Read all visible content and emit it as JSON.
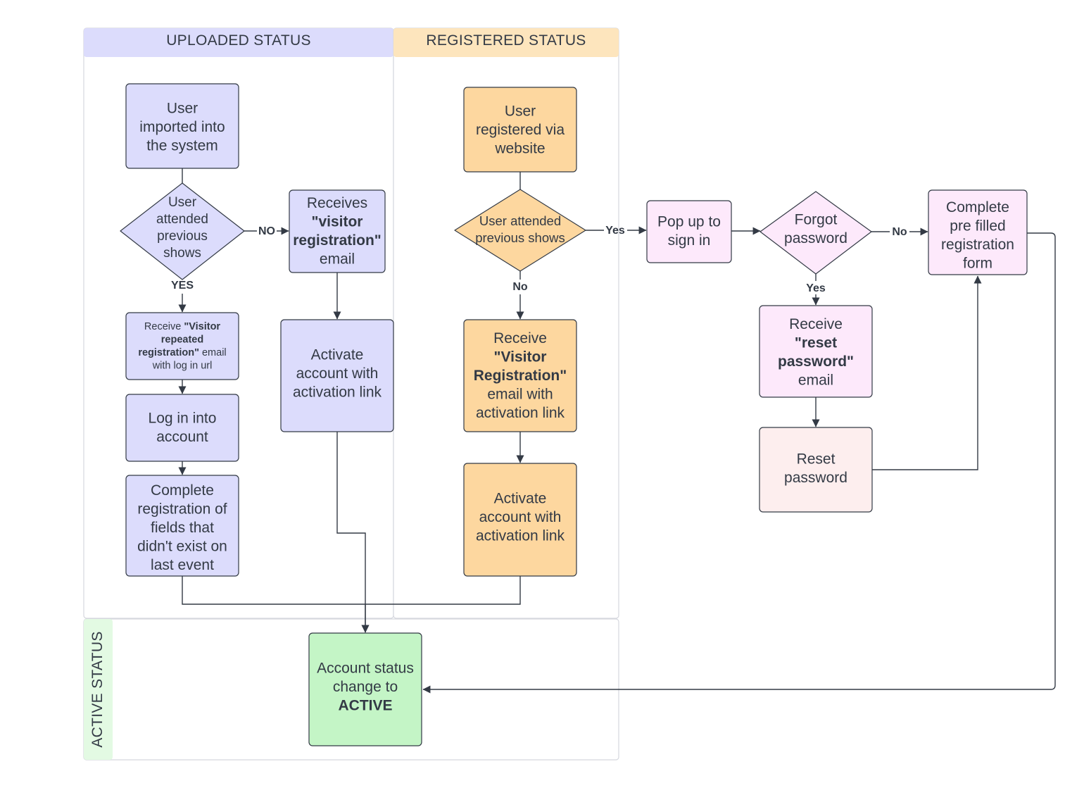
{
  "lanes": {
    "uploaded": "UPLOADED STATUS",
    "registered": "REGISTERED STATUS",
    "active": "ACTIVE STATUS"
  },
  "colors": {
    "uploaded_fill": "#dcdcfc",
    "uploaded_header": "#dcdcfc",
    "registered_fill": "#fdd79f",
    "registered_header": "#fde5bd",
    "pink_fill": "#fde9fb",
    "reset_fill": "#fdeeee",
    "active_fill": "#c4f5c6",
    "active_header": "#e3fae3",
    "stroke": "#333a45"
  },
  "nodes": {
    "user_imported": [
      "User",
      "imported into",
      "the system"
    ],
    "user_attended_1": [
      "User",
      "attended",
      "previous",
      "shows"
    ],
    "receives_visitor_email": [
      [
        {
          "t": "Receives"
        }
      ],
      [
        {
          "t": "\"visitor",
          "b": true
        }
      ],
      [
        {
          "t": "registration\"",
          "b": true
        }
      ],
      [
        {
          "t": "email"
        }
      ]
    ],
    "receive_repeated": [
      [
        {
          "t": "Receive "
        },
        {
          "t": "\"Visitor",
          "b": true
        }
      ],
      [
        {
          "t": "repeated",
          "b": true
        }
      ],
      [
        {
          "t": "registration\"",
          "b": true
        },
        {
          "t": " email"
        }
      ],
      [
        {
          "t": "with log in url"
        }
      ]
    ],
    "log_in": [
      "Log in into",
      "account"
    ],
    "complete_fields": [
      "Complete",
      "registration of",
      "fields that",
      "didn't exist on",
      "last event"
    ],
    "activate_uploaded": [
      "Activate",
      "account with",
      "activation link"
    ],
    "user_registered": [
      "User",
      "registered via",
      "website"
    ],
    "user_attended_2": [
      "User attended",
      "previous shows"
    ],
    "receive_visitor_registration": [
      [
        {
          "t": "Receive"
        }
      ],
      [
        {
          "t": "\"Visitor",
          "b": true
        }
      ],
      [
        {
          "t": "Registration\"",
          "b": true
        }
      ],
      [
        {
          "t": "email  with"
        }
      ],
      [
        {
          "t": "activation link"
        }
      ]
    ],
    "activate_registered": [
      "Activate",
      "account with",
      "activation link"
    ],
    "pop_up": [
      "Pop up to",
      "sign in"
    ],
    "forgot_password": [
      "Forgot",
      "password"
    ],
    "complete_prefilled": [
      "Complete",
      "pre filled",
      "registration",
      "form"
    ],
    "receive_reset": [
      [
        {
          "t": "Receive"
        }
      ],
      [
        {
          "t": "\"reset",
          "b": true
        }
      ],
      [
        {
          "t": "password\"",
          "b": true
        }
      ],
      [
        {
          "t": "email"
        }
      ]
    ],
    "reset_password": [
      "Reset",
      "password"
    ],
    "account_active": [
      [
        {
          "t": "Account status"
        }
      ],
      [
        {
          "t": "change to"
        }
      ],
      [
        {
          "t": "ACTIVE",
          "b": true
        }
      ]
    ]
  },
  "edge_labels": {
    "no_1": "NO",
    "yes_1": "YES",
    "yes_2": "Yes",
    "no_2": "No",
    "no_3": "No",
    "yes_3": "Yes"
  }
}
